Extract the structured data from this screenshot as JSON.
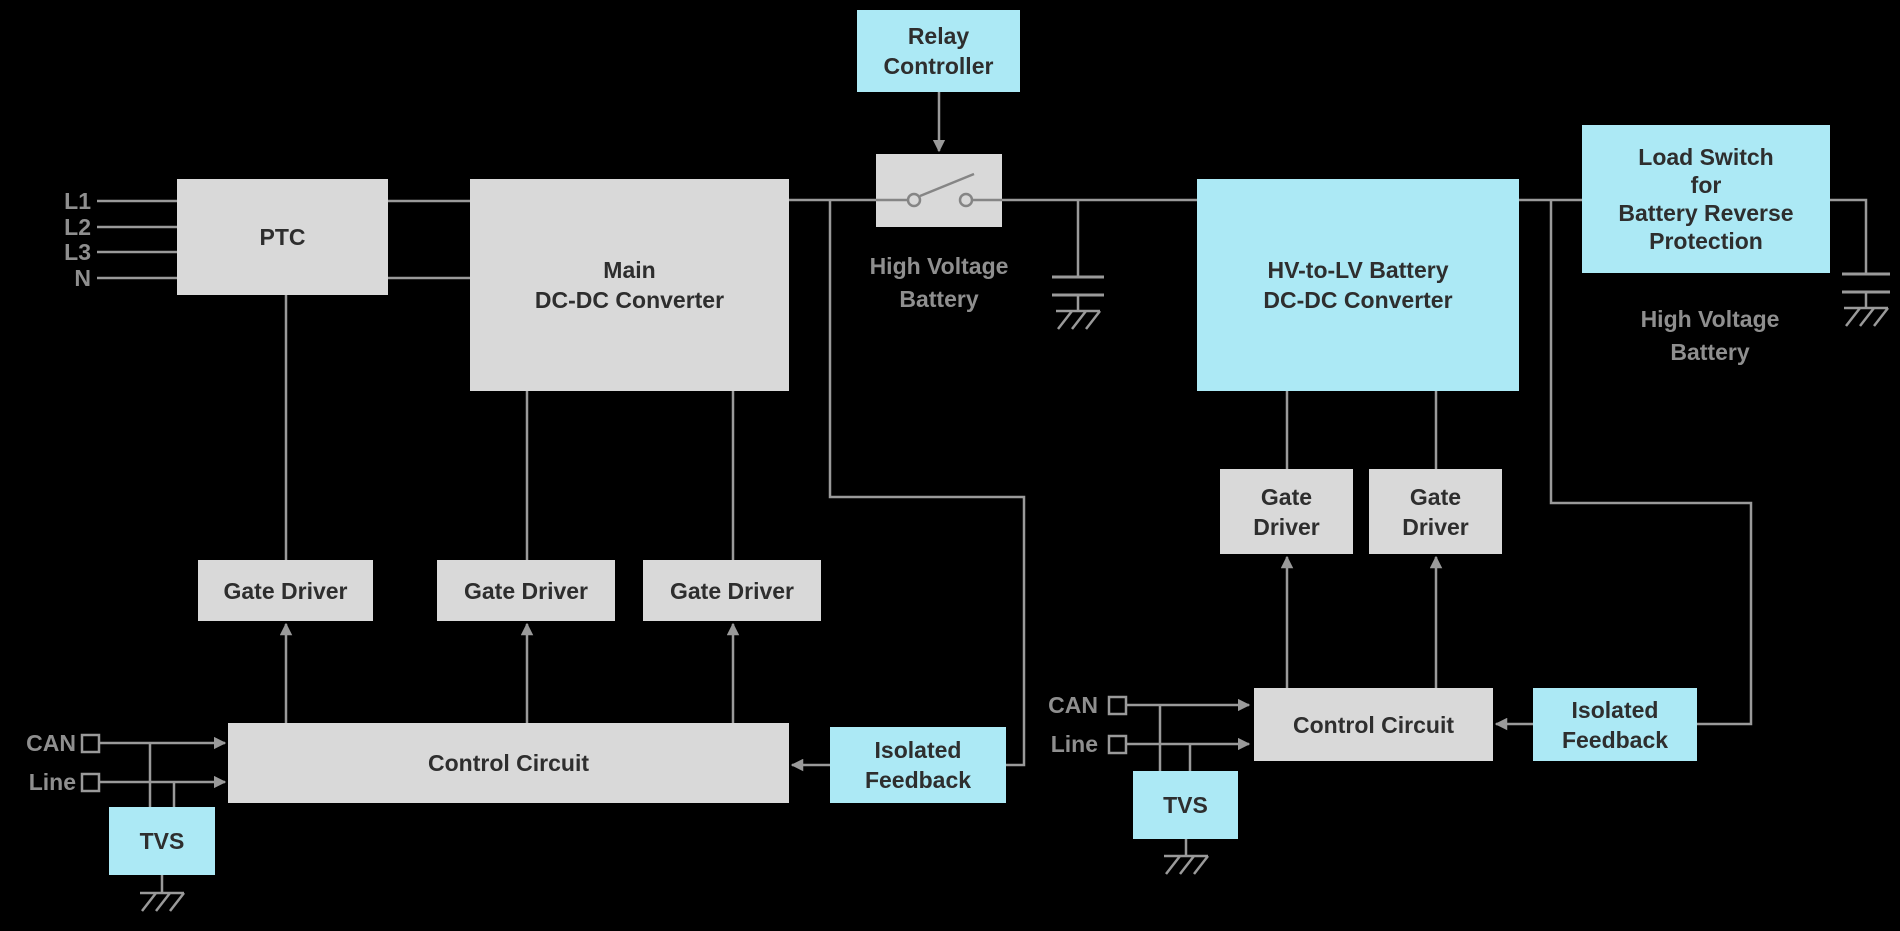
{
  "colors": {
    "background": "#000000",
    "gray_box": "#d9d9d9",
    "cyan_box": "#ace9f5",
    "line": "#9a9a9a",
    "box_text": "#2e2e2e",
    "label_text": "#8f8f8f"
  },
  "phase_inputs": [
    "L1",
    "L2",
    "L3",
    "N"
  ],
  "nodes": {
    "ptc": {
      "label": "PTC"
    },
    "main_dcdc": {
      "lines": [
        "Main",
        "DC-DC Converter"
      ]
    },
    "relay_controller": {
      "lines": [
        "Relay",
        "Controller"
      ]
    },
    "hv_battery_left": {
      "lines": [
        "High Voltage",
        "Battery"
      ]
    },
    "hv_to_lv": {
      "lines": [
        "HV-to-LV Battery",
        "DC-DC Converter"
      ]
    },
    "load_switch": {
      "lines": [
        "Load Switch",
        "for",
        "Battery Reverse",
        "Protection"
      ]
    },
    "hv_battery_right": {
      "lines": [
        "High Voltage",
        "Battery"
      ]
    },
    "gate_driver_1": {
      "label": "Gate Driver"
    },
    "gate_driver_2": {
      "label": "Gate Driver"
    },
    "gate_driver_3": {
      "label": "Gate Driver"
    },
    "gate_driver_4": {
      "lines": [
        "Gate",
        "Driver"
      ]
    },
    "gate_driver_5": {
      "lines": [
        "Gate",
        "Driver"
      ]
    },
    "control_circuit_left": {
      "label": "Control Circuit"
    },
    "control_circuit_right": {
      "label": "Control Circuit"
    },
    "isolated_feedback_left": {
      "lines": [
        "Isolated",
        "Feedback"
      ]
    },
    "isolated_feedback_right": {
      "lines": [
        "Isolated",
        "Feedback"
      ]
    },
    "tvs_left": {
      "label": "TVS"
    },
    "tvs_right": {
      "label": "TVS"
    },
    "can_left": {
      "can": "CAN",
      "line": "Line"
    },
    "can_right": {
      "can": "CAN",
      "line": "Line"
    }
  }
}
